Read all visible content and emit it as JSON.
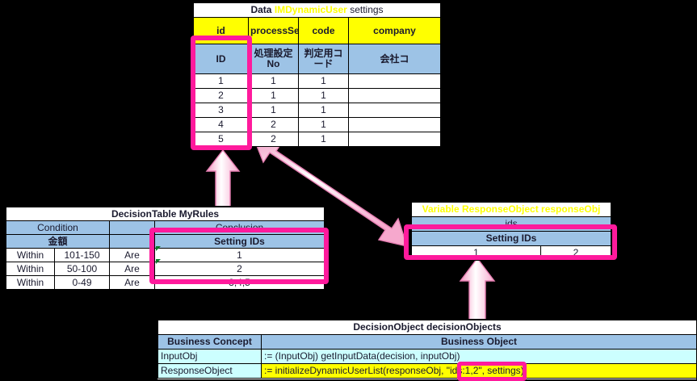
{
  "colors": {
    "highlight": "#ff1a9c",
    "arrow_fill": "#ffc4dd",
    "header_yellow": "#ffff00",
    "header_blue": "#9dc3e6",
    "cell_cyan": "#ccffff",
    "title_bg": "#000000",
    "canvas": "#000000"
  },
  "data_table": {
    "title_prefix": "Data ",
    "title_name": "IMDynamicUser",
    "title_suffix": " settings",
    "columns_en": [
      "id",
      "processSetNo",
      "code",
      "company"
    ],
    "columns_jp": [
      "ID",
      "処理設定No",
      "判定用コード",
      "会社コ"
    ],
    "rows": [
      [
        "1",
        "1",
        "1",
        ""
      ],
      [
        "2",
        "1",
        "1",
        ""
      ],
      [
        "3",
        "1",
        "1",
        ""
      ],
      [
        "4",
        "2",
        "1",
        ""
      ],
      [
        "5",
        "2",
        "1",
        ""
      ]
    ]
  },
  "decision_table": {
    "title": "DecisionTable MyRules",
    "group_headers": [
      "Condition",
      "",
      "Conclusion"
    ],
    "sub_headers": [
      "金額",
      "",
      "Setting IDs"
    ],
    "rows": [
      {
        "op": "Within",
        "range": "101-150",
        "verb": "Are",
        "ids": "1",
        "marker": true
      },
      {
        "op": "Within",
        "range": "50-100",
        "verb": "Are",
        "ids": "2",
        "marker": true
      },
      {
        "op": "Within",
        "range": "0-49",
        "verb": "Are",
        "ids": "3,4,5",
        "marker": false
      }
    ]
  },
  "response_object": {
    "title": "Variable ResponseObject responseObj",
    "field_header": "ids",
    "sub_header": "Setting IDs",
    "values": [
      "1",
      "2"
    ]
  },
  "decision_object": {
    "title": "DecisionObject decisionObjects",
    "headers": [
      "Business Concept",
      "Business Object"
    ],
    "rows": [
      {
        "concept": "InputObj",
        "object": ":= (InputObj) getInputData(decision, inputObj)",
        "highlighted": false
      },
      {
        "concept": "ResponseObject",
        "object": ":= initializeDynamicUserList(responseObj, \"ids:1,2\", settings)",
        "highlighted": true
      }
    ],
    "highlighted_fragment": "\"ids:1,2\","
  },
  "annotations": {
    "id_column_box": "highlight-box-id-column",
    "setting_ids_box": "highlight-box-setting-ids",
    "response_ids_box": "highlight-box-response-ids",
    "formula_ids_box": "highlight-box-formula-ids",
    "arrow_vertical_left": "double-arrow-data-to-decisiontable",
    "arrow_diagonal": "double-arrow-data-to-responseobject",
    "arrow_vertical_right": "double-arrow-responseobject-to-formula"
  }
}
